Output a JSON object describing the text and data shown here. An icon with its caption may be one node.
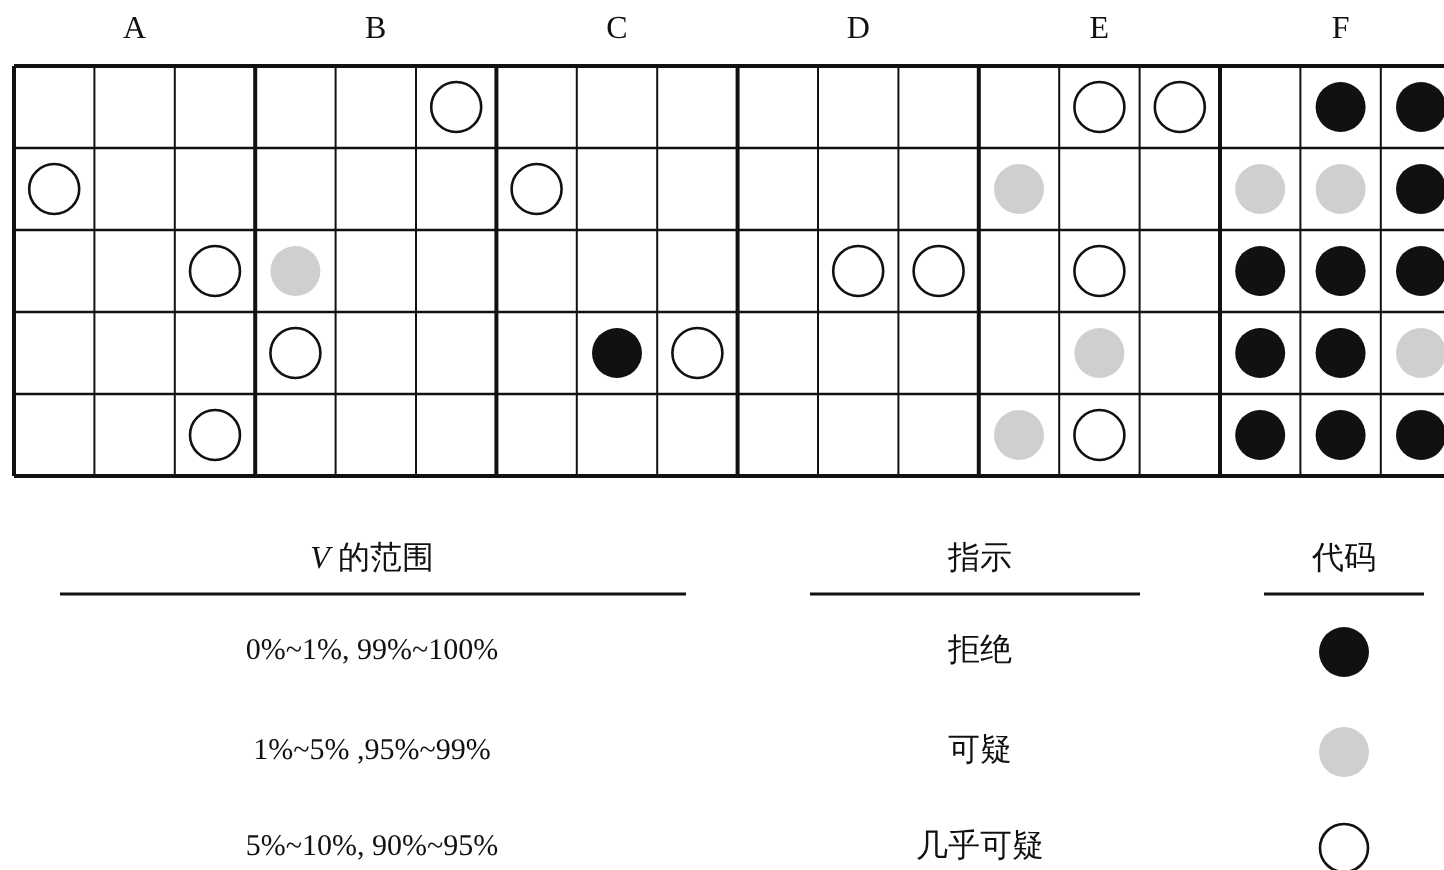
{
  "diagram": {
    "labels": [
      "A",
      "B",
      "C",
      "D",
      "E",
      "F",
      "*V* 的范围",
      "指示",
      "代码",
      "0%~1%, 99%~100%",
      "1%~5% ,95%~99%",
      "5%~10%, 90%~95%"
    ],
    "legend": [
      {
        "text": "拒绝",
        "color": "#111111"
      },
      {
        "text": "可疑",
        "color": "#cfcfcf"
      },
      {
        "text": "几乎可疑"
      }
    ]
  }
}
